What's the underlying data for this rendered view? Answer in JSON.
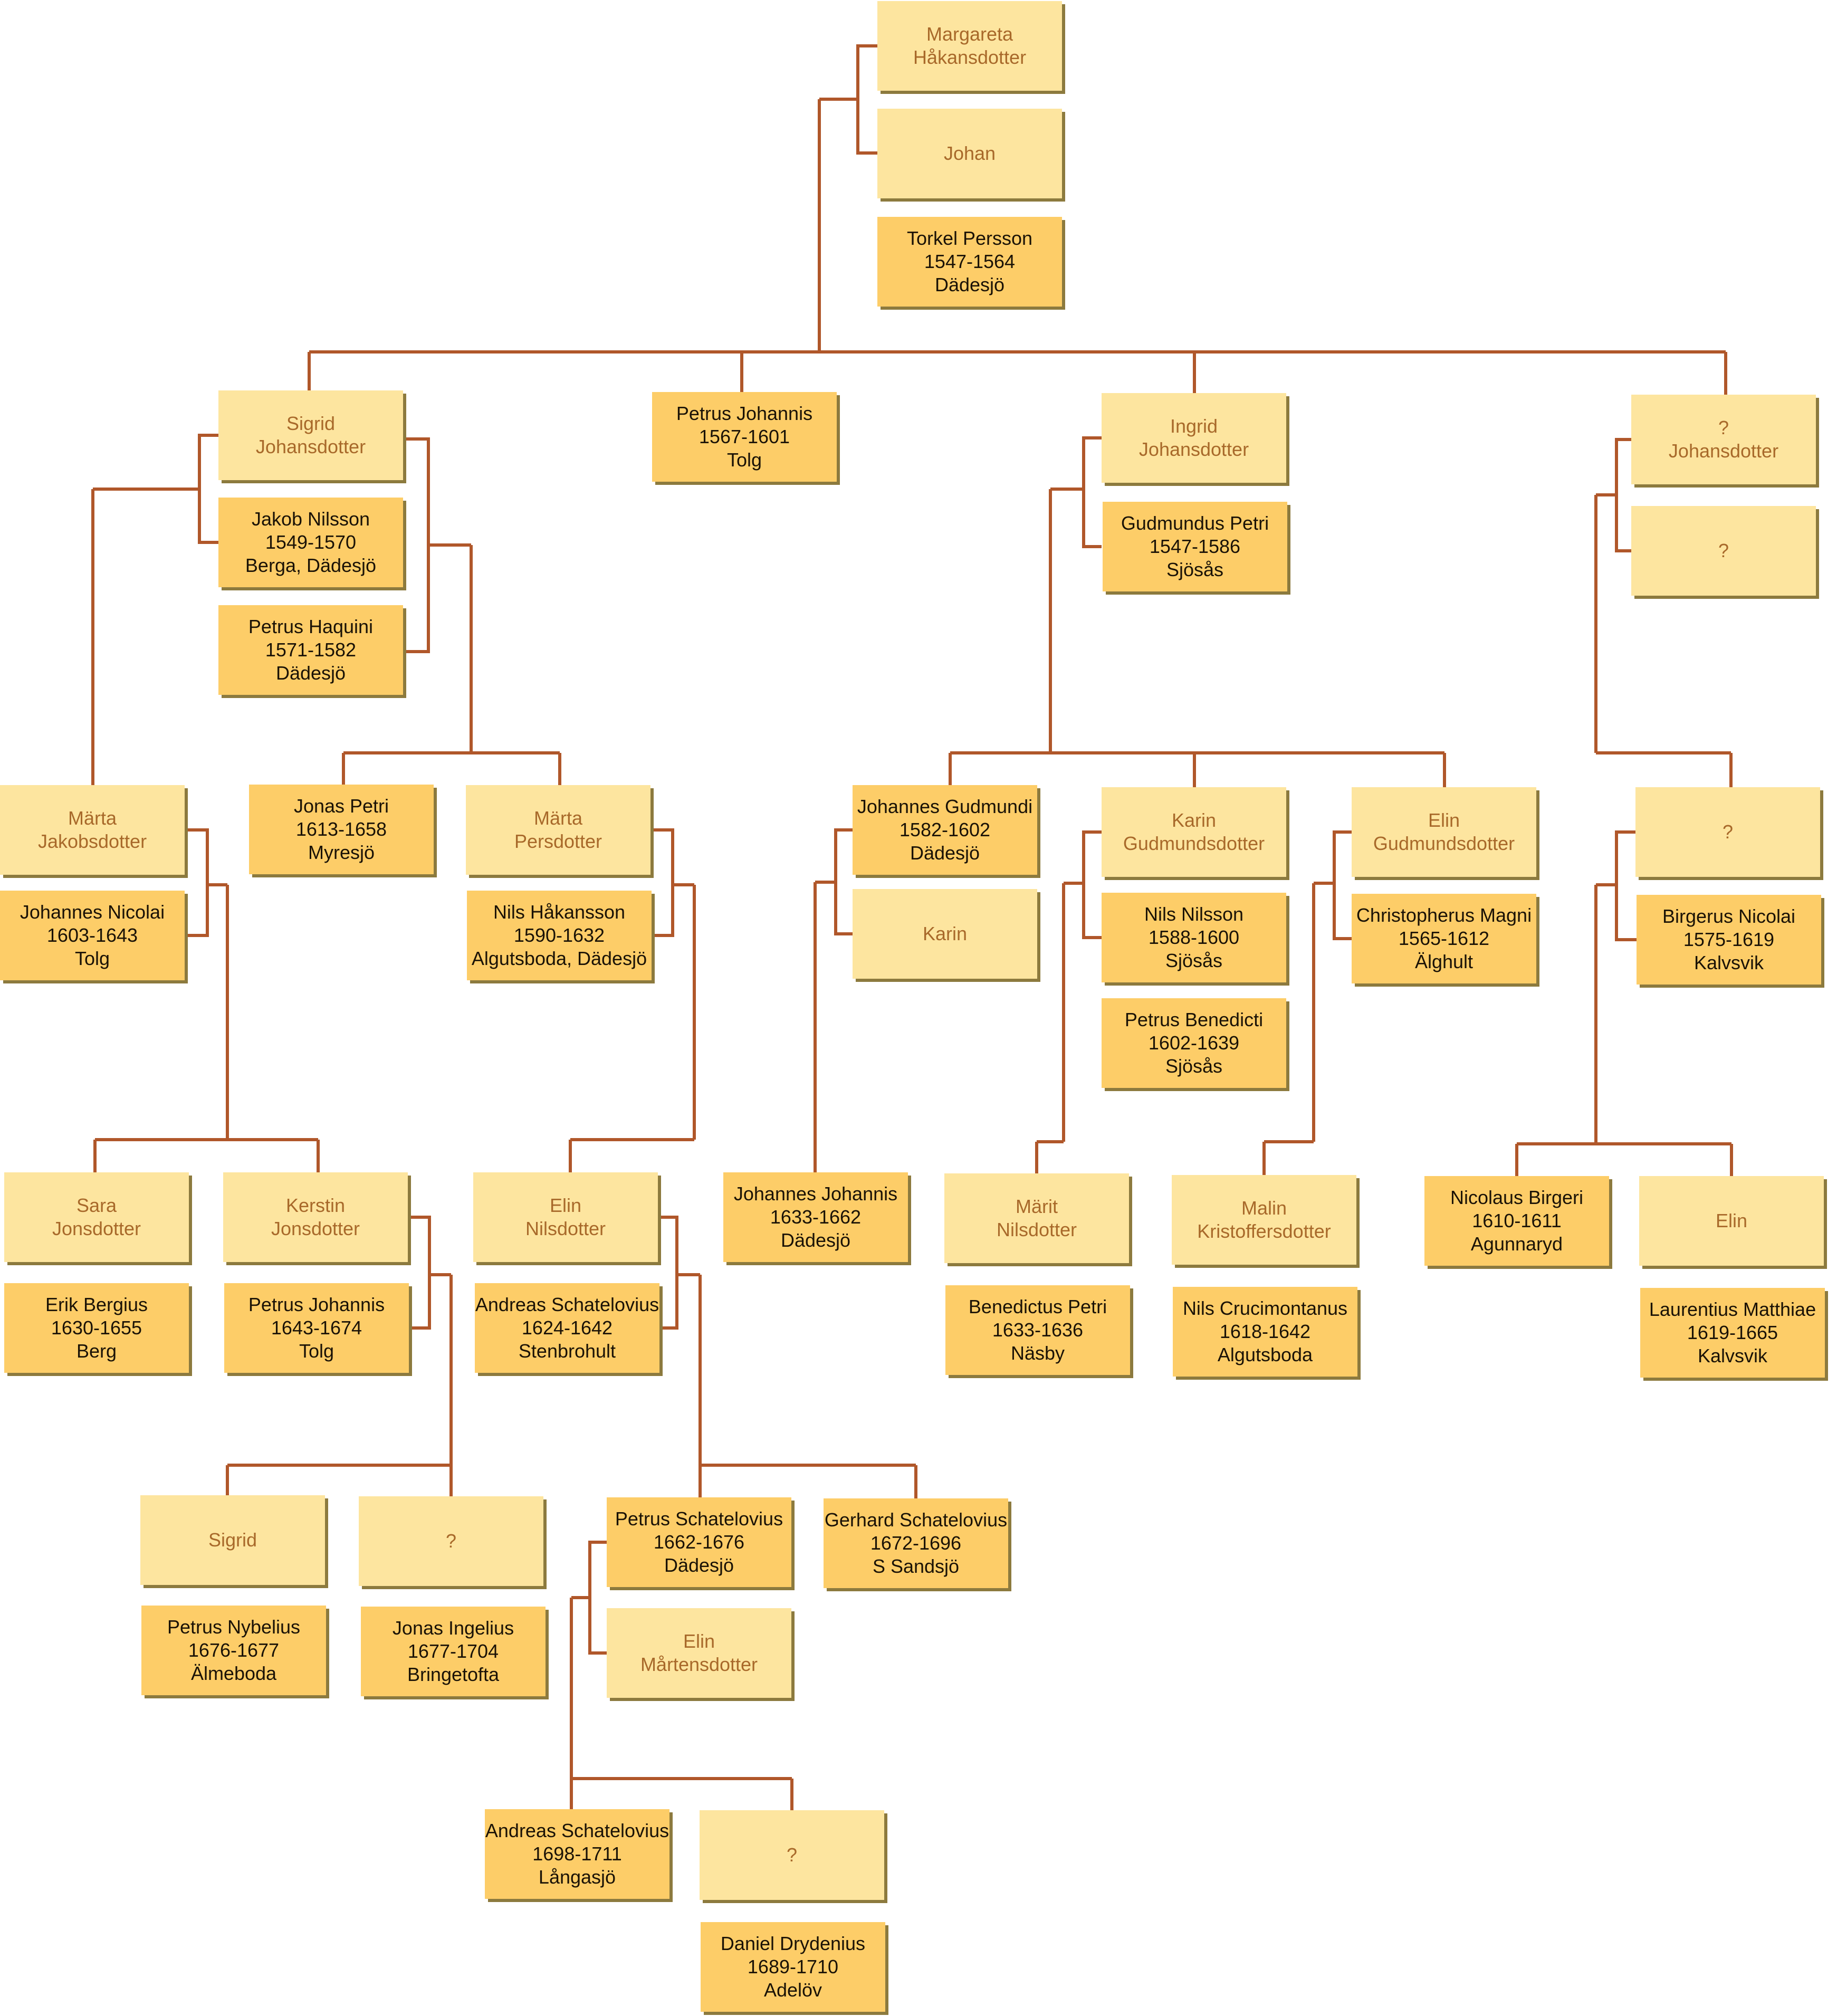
{
  "colors": {
    "connector": "#b0572a",
    "light_box": "#fde59f",
    "dark_box": "#fdcd68",
    "light_text": "#a8692a",
    "dark_text": "#1a1206"
  },
  "people": {
    "margareta": [
      "Margareta",
      "Håkansdotter"
    ],
    "johan": [
      "Johan"
    ],
    "torkel": [
      "Torkel Persson",
      "1547-1564",
      "Dädesjö"
    ],
    "sigrid": [
      "Sigrid",
      "Johansdotter"
    ],
    "jakob": [
      "Jakob Nilsson",
      "1549-1570",
      "Berga, Dädesjö"
    ],
    "petrus_haquini": [
      "Petrus Haquini",
      "1571-1582",
      "Dädesjö"
    ],
    "petrus_johannis_1567": [
      "Petrus Johannis",
      "1567-1601",
      "Tolg"
    ],
    "ingrid": [
      "Ingrid",
      "Johansdotter"
    ],
    "gudmundus": [
      "Gudmundus Petri",
      "1547-1586",
      "Sjösås"
    ],
    "q_johansdotter": [
      "?",
      "Johansdotter"
    ],
    "q_husband": [
      "?"
    ],
    "marta_jakobsdotter": [
      "Märta",
      "Jakobsdotter"
    ],
    "johannes_nicolai": [
      "Johannes Nicolai",
      "1603-1643",
      "Tolg"
    ],
    "jonas_petri": [
      "Jonas Petri",
      "1613-1658",
      "Myresjö"
    ],
    "marta_persdotter": [
      "Märta",
      "Persdotter"
    ],
    "nils_hakansson": [
      "Nils Håkansson",
      "1590-1632",
      "Algutsboda, Dädesjö"
    ],
    "johannes_gudmundi": [
      "Johannes Gudmundi",
      "1582-1602",
      "Dädesjö"
    ],
    "karin": [
      "Karin"
    ],
    "karin_gudmundsdotter": [
      "Karin",
      "Gudmundsdotter"
    ],
    "nils_nilsson": [
      "Nils Nilsson",
      "1588-1600",
      "Sjösås"
    ],
    "petrus_benedicti": [
      "Petrus Benedicti",
      "1602-1639",
      "Sjösås"
    ],
    "elin_gudmundsdotter": [
      "Elin",
      "Gudmundsdotter"
    ],
    "christopherus": [
      "Christopherus Magni",
      "1565-1612",
      "Älghult"
    ],
    "q_child": [
      "?"
    ],
    "birgerus": [
      "Birgerus Nicolai",
      "1575-1619",
      "Kalvsvik"
    ],
    "sara": [
      "Sara",
      "Jonsdotter"
    ],
    "erik_bergius": [
      "Erik Bergius",
      "1630-1655",
      "Berg"
    ],
    "kerstin": [
      "Kerstin",
      "Jonsdotter"
    ],
    "petrus_johannis_1643": [
      "Petrus Johannis",
      "1643-1674",
      "Tolg"
    ],
    "elin_nilsdotter": [
      "Elin",
      "Nilsdotter"
    ],
    "andreas_1624": [
      "Andreas Schatelovius",
      "1624-1642",
      "Stenbrohult"
    ],
    "johannes_johannis": [
      "Johannes Johannis",
      "1633-1662",
      "Dädesjö"
    ],
    "marit": [
      "Märit",
      "Nilsdotter"
    ],
    "benedictus": [
      "Benedictus Petri",
      "1633-1636",
      "Näsby"
    ],
    "malin": [
      "Malin",
      "Kristoffersdotter"
    ],
    "nils_crucimontanus": [
      "Nils Crucimontanus",
      "1618-1642",
      "Algutsboda"
    ],
    "nicolaus": [
      "Nicolaus Birgeri",
      "1610-1611",
      "Agunnaryd"
    ],
    "elin": [
      "Elin"
    ],
    "laurentius": [
      "Laurentius Matthiae",
      "1619-1665",
      "Kalvsvik"
    ],
    "sigrid_g5": [
      "Sigrid"
    ],
    "petrus_nybelius": [
      "Petrus Nybelius",
      "1676-1677",
      "Älmeboda"
    ],
    "q_g5": [
      "?"
    ],
    "jonas_ingelius": [
      "Jonas Ingelius",
      "1677-1704",
      "Bringetofta"
    ],
    "petrus_schatelovius": [
      "Petrus Schatelovius",
      "1662-1676",
      "Dädesjö"
    ],
    "elin_martensdotter": [
      "Elin",
      "Mårtensdotter"
    ],
    "gerhard": [
      "Gerhard Schatelovius",
      "1672-1696",
      "S Sandsjö"
    ],
    "andreas_1698": [
      "Andreas Schatelovius",
      "1698-1711",
      "Långasjö"
    ],
    "q_g6": [
      "?"
    ],
    "daniel": [
      "Daniel Drydenius",
      "1689-1710",
      "Adelöv"
    ]
  }
}
